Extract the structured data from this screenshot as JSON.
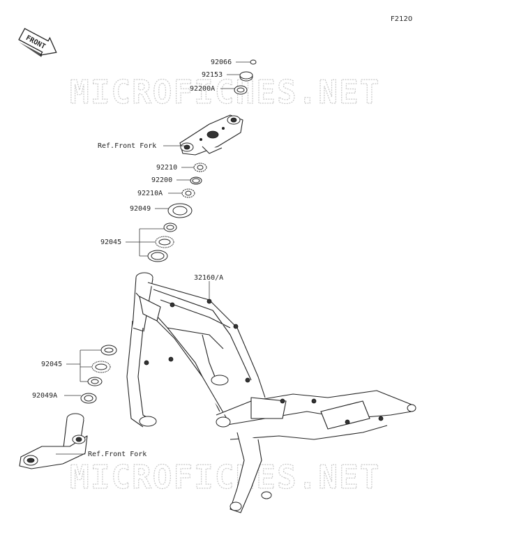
{
  "diagram": {
    "figure_code": "F2120",
    "front_badge": "FRONT",
    "watermark": "MICROFICHES.NET",
    "labels": {
      "p92066": "92066",
      "p92153": "92153",
      "p92200A": "92200A",
      "ref_front_fork_top": "Ref.Front Fork",
      "p92210": "92210",
      "p92200": "92200",
      "p92210A": "92210A",
      "p92049": "92049",
      "p92045_top": "92045",
      "p32160A": "32160/A",
      "p92045_bottom": "92045",
      "p92049A": "92049A",
      "ref_front_fork_bottom": "Ref.Front Fork"
    }
  }
}
